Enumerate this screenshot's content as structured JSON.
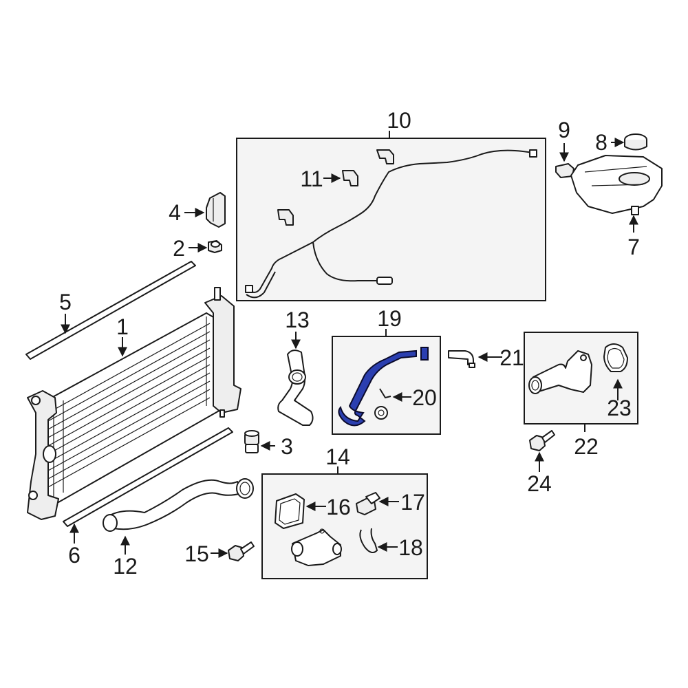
{
  "callouts": {
    "n1": "1",
    "n2": "2",
    "n3": "3",
    "n4": "4",
    "n5": "5",
    "n6": "6",
    "n7": "7",
    "n8": "8",
    "n9": "9",
    "n10": "10",
    "n11": "11",
    "n12": "12",
    "n13": "13",
    "n14": "14",
    "n15": "15",
    "n16": "16",
    "n17": "17",
    "n18": "18",
    "n19": "19",
    "n20": "20",
    "n21": "21",
    "n22": "22",
    "n23": "23",
    "n24": "24"
  },
  "highlight_color": "#2b3fb0",
  "highlighted_part": "19"
}
